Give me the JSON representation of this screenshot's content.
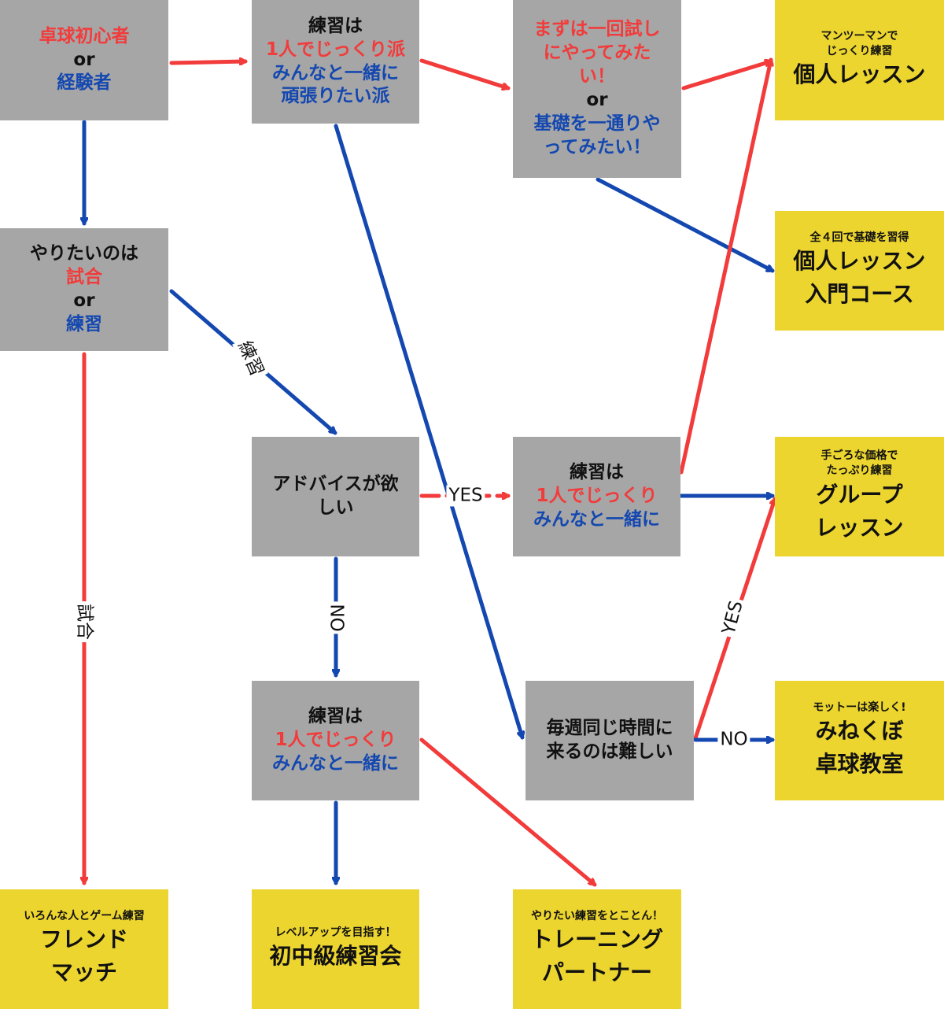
{
  "colors": {
    "red": "#f23b3b",
    "blue": "#1448b0",
    "grey_box": "#a6a6a6",
    "yellow_box": "#ecd52f"
  },
  "nodes": {
    "start": {
      "line1": "卓球初心者",
      "line2": "or",
      "line3": "経験者"
    },
    "practice_style_top": {
      "line1": "練習は",
      "line2": "1人でじっくり派",
      "line3": "みんなと一緒に",
      "line4": "頑張りたい派"
    },
    "trial": {
      "line1": "まずは一回試し",
      "line2": "にやってみた",
      "line3": "い！",
      "line4": "or",
      "line5": "基礎を一通りや",
      "line6": "ってみたい！"
    },
    "goal": {
      "line1": "やりたいのは",
      "line2": "試合",
      "line3": "or",
      "line4": "練習"
    },
    "advice": {
      "line1": "アドバイスが欲",
      "line2": "しい"
    },
    "practice_style_mid": {
      "line1": "練習は",
      "line2": "1人でじっくり",
      "line3": "みんなと一緒に"
    },
    "practice_style_low": {
      "line1": "練習は",
      "line2": "1人でじっくり",
      "line3": "みんなと一緒に"
    },
    "weekly": {
      "line1": "毎週同じ時間に",
      "line2": "来るのは難しい"
    }
  },
  "results": {
    "private_lesson": {
      "caption1": "マンツーマンで",
      "caption2": "じっくり練習",
      "title1": "個人レッスン"
    },
    "intro_course": {
      "caption1": "全４回で基礎を習得",
      "title1": "個人レッスン",
      "title2": "入門コース"
    },
    "group_lesson": {
      "caption1": "手ごろな価格で",
      "caption2": "たっぷり練習",
      "title1": "グループ",
      "title2": "レッスン"
    },
    "minekubo": {
      "caption1": "モットーは楽しく!",
      "title1": "みねくぼ",
      "title2": "卓球教室"
    },
    "friend_match": {
      "caption1": "いろんな人とゲーム練習",
      "title1": "フレンド",
      "title2": "マッチ"
    },
    "beginner_practice": {
      "caption1": "レベルアップを目指す！",
      "title1": "初中級練習会"
    },
    "training_partner": {
      "caption1": "やりたい練習をとことん！",
      "title1": "トレーニング",
      "title2": "パートナー"
    }
  },
  "edge_labels": {
    "practice": "練習",
    "match": "試合",
    "yes_advice": "YES",
    "no_advice": "NO",
    "yes_weekly": "YES",
    "no_weekly": "NO"
  }
}
